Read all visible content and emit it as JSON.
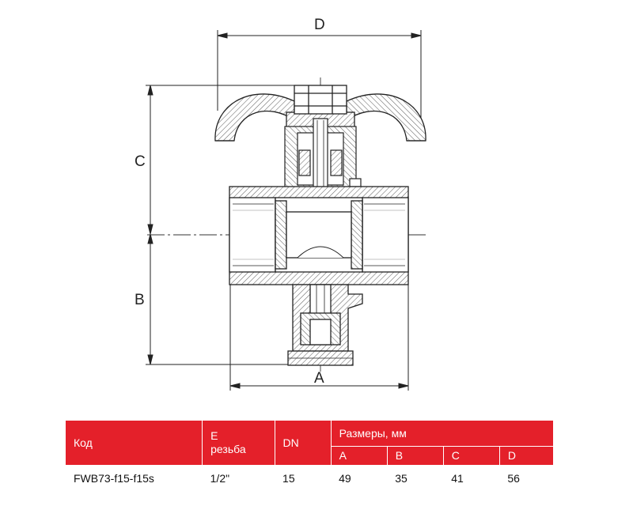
{
  "drawing": {
    "dim_d": "D",
    "dim_c": "C",
    "dim_b": "B",
    "dim_a": "A"
  },
  "colors": {
    "accent": "#e4202a",
    "line": "#222222",
    "hatch": "#555555"
  },
  "table": {
    "headers": {
      "code": "Код",
      "e_line1": "E",
      "e_line2": "резьба",
      "dn": "DN",
      "sizes": "Размеры, мм",
      "a": "A",
      "b": "B",
      "c": "C",
      "d": "D"
    },
    "row": {
      "code": "FWB73-f15-f15s",
      "thread": "1/2\"",
      "dn": "15",
      "a": "49",
      "b": "35",
      "c": "41",
      "d": "56"
    }
  }
}
